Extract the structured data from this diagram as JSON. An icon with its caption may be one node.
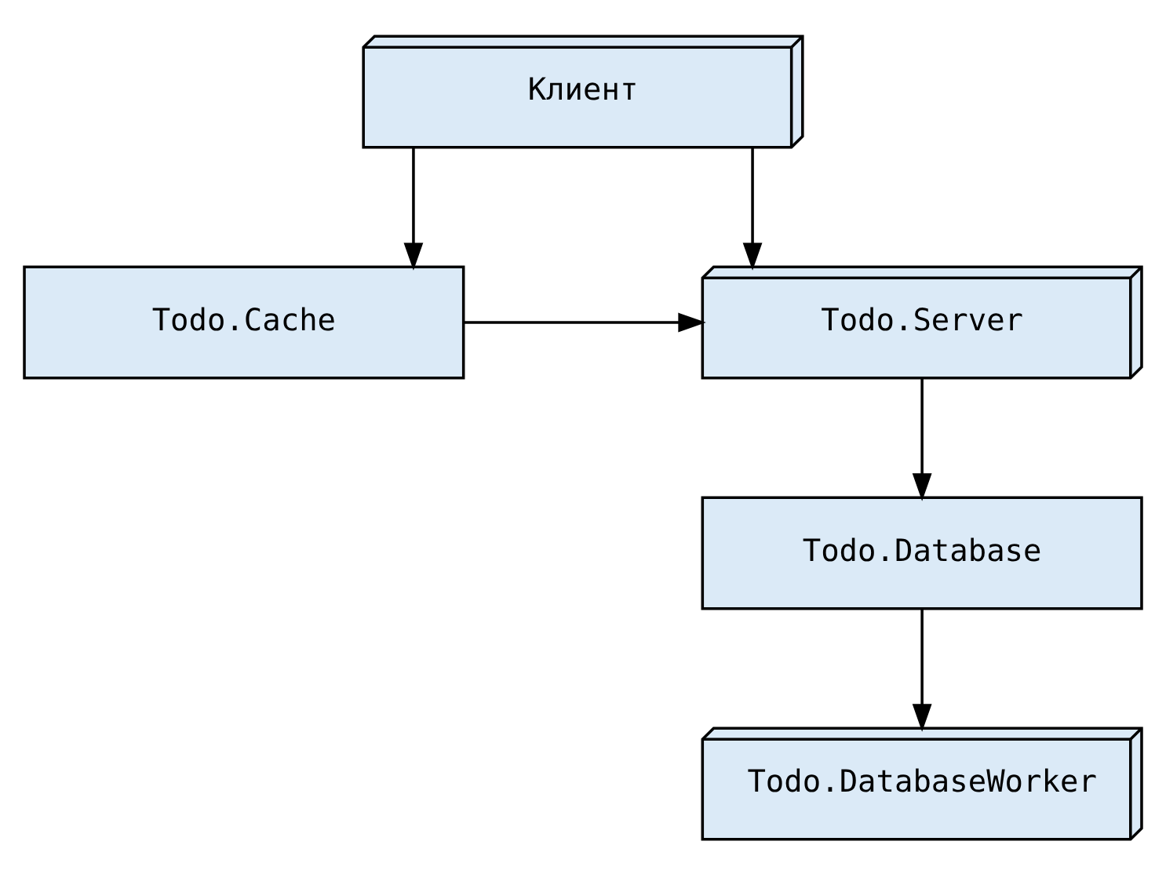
{
  "diagram": {
    "nodes": [
      {
        "text": [
          "Клиент"
        ]
      },
      {
        "text": [
          "Todo.Cache"
        ]
      },
      {
        "text": [
          "Todo.Server"
        ]
      },
      {
        "text": [
          "Todo.Database"
        ]
      },
      {
        "text": [
          "Todo.DatabaseWorker"
        ]
      }
    ],
    "edges": [
      {
        "from": 0,
        "to": 1,
        "arrow": "to"
      },
      {
        "from": 0,
        "to": 2,
        "arrow": "to"
      },
      {
        "from": 1,
        "to": 2,
        "arrow": "to"
      },
      {
        "from": 2,
        "to": 3,
        "arrow": "to"
      },
      {
        "from": 3,
        "to": 4,
        "arrow": "to"
      }
    ]
  }
}
